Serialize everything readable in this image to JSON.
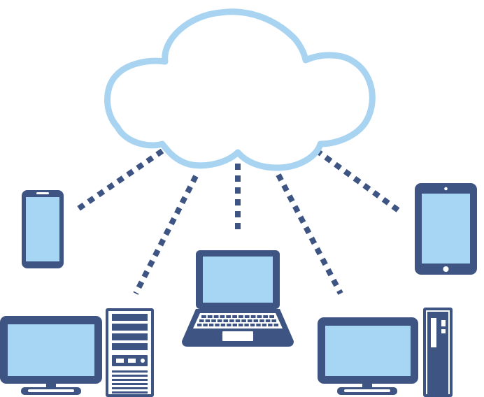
{
  "colors": {
    "cloud_outline": "#a8d4f2",
    "cloud_fill": "#ffffff",
    "device_frame": "#3e5584",
    "device_screen": "#a6d6f4",
    "device_detail": "#ffffff",
    "connector": "#3e5584",
    "background": "#ffffff"
  },
  "nodes": [
    {
      "id": "cloud",
      "kind": "cloud",
      "icon": "cloud-icon"
    },
    {
      "id": "smartphone",
      "kind": "device",
      "icon": "smartphone-icon"
    },
    {
      "id": "tablet",
      "kind": "device",
      "icon": "tablet-icon"
    },
    {
      "id": "laptop",
      "kind": "device",
      "icon": "laptop-icon"
    },
    {
      "id": "desktop-left",
      "kind": "device",
      "icon": "desktop-computer-icon"
    },
    {
      "id": "desktop-right",
      "kind": "device",
      "icon": "desktop-computer-icon"
    }
  ],
  "connections": [
    {
      "from": "cloud",
      "to": "smartphone",
      "style": "dotted"
    },
    {
      "from": "cloud",
      "to": "desktop-left",
      "style": "dotted"
    },
    {
      "from": "cloud",
      "to": "laptop",
      "style": "dotted"
    },
    {
      "from": "cloud",
      "to": "desktop-right",
      "style": "dotted"
    },
    {
      "from": "cloud",
      "to": "tablet",
      "style": "dotted"
    }
  ]
}
